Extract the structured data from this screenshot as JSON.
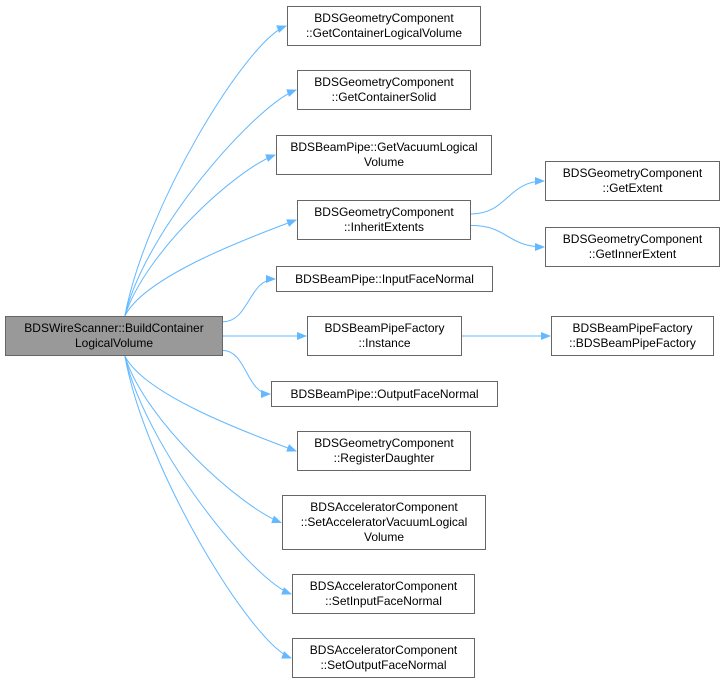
{
  "colors": {
    "edge": "#63b8ff",
    "node_border": "#666666",
    "root_fill": "#999999",
    "node_fill": "#ffffff"
  },
  "nodes": {
    "root": [
      "BDSWireScanner::BuildContainer",
      "LogicalVolume"
    ],
    "get_container_logical_volume": [
      "BDSGeometryComponent",
      "::GetContainerLogicalVolume"
    ],
    "get_container_solid": [
      "BDSGeometryComponent",
      "::GetContainerSolid"
    ],
    "get_vacuum_logical_volume": [
      "BDSBeamPipe::GetVacuumLogical",
      "Volume"
    ],
    "inherit_extents": [
      "BDSGeometryComponent",
      "::InheritExtents"
    ],
    "get_extent": [
      "BDSGeometryComponent",
      "::GetExtent"
    ],
    "get_inner_extent": [
      "BDSGeometryComponent",
      "::GetInnerExtent"
    ],
    "input_face_normal": [
      "BDSBeamPipe::InputFaceNormal"
    ],
    "instance": [
      "BDSBeamPipeFactory",
      "::Instance"
    ],
    "beampipe_factory_ctor": [
      "BDSBeamPipeFactory",
      "::BDSBeamPipeFactory"
    ],
    "output_face_normal": [
      "BDSBeamPipe::OutputFaceNormal"
    ],
    "register_daughter": [
      "BDSGeometryComponent",
      "::RegisterDaughter"
    ],
    "set_accelerator_vacuum_logical_volume": [
      "BDSAcceleratorComponent",
      "::SetAcceleratorVacuumLogical",
      "Volume"
    ],
    "set_input_face_normal": [
      "BDSAcceleratorComponent",
      "::SetInputFaceNormal"
    ],
    "set_output_face_normal": [
      "BDSAcceleratorComponent",
      "::SetOutputFaceNormal"
    ]
  },
  "edges": [
    [
      "root",
      "get_container_logical_volume"
    ],
    [
      "root",
      "get_container_solid"
    ],
    [
      "root",
      "get_vacuum_logical_volume"
    ],
    [
      "root",
      "inherit_extents"
    ],
    [
      "root",
      "input_face_normal"
    ],
    [
      "root",
      "instance"
    ],
    [
      "root",
      "output_face_normal"
    ],
    [
      "root",
      "register_daughter"
    ],
    [
      "root",
      "set_accelerator_vacuum_logical_volume"
    ],
    [
      "root",
      "set_input_face_normal"
    ],
    [
      "root",
      "set_output_face_normal"
    ],
    [
      "inherit_extents",
      "get_extent"
    ],
    [
      "inherit_extents",
      "get_inner_extent"
    ],
    [
      "instance",
      "beampipe_factory_ctor"
    ]
  ]
}
